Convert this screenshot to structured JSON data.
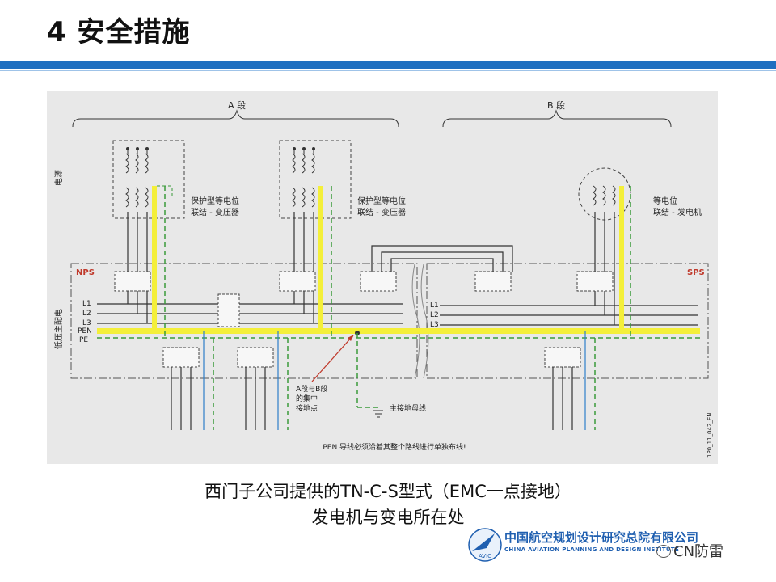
{
  "slide": {
    "title": "4 安全措施",
    "caption_line1": "西门子公司提供的TN-C-S型式（EMC一点接地）",
    "caption_line2": "发电机与变电所在处"
  },
  "diagram": {
    "section_a": "A 段",
    "section_b": "B 段",
    "row_power": "电源",
    "row_lv": "低压主配电",
    "nps": "NPS",
    "sps": "SPS",
    "label_t1_l1": "保护型等电位",
    "label_t1_l2": "联结 - 变压器",
    "label_t2_l1": "保护型等电位",
    "label_t2_l2": "联结 - 变压器",
    "label_g_l1": "等电位",
    "label_g_l2": "联结 - 发电机",
    "bus_l1": "L1",
    "bus_l2": "L2",
    "bus_l3": "L3",
    "bus_pen": "PEN",
    "bus_pe": "PE",
    "central_l1": "A段与B段",
    "central_l2": "的集中",
    "central_l3": "接地点",
    "main_ground": "主接地母线",
    "note": "PEN 导线必须沿着其整个路线进行单独布线!",
    "code": "1P0_11_042_EN"
  },
  "logo": {
    "name_cn": "中国航空规划设计研究总院有限公司",
    "name_en": "CHINA AVIATION PLANNING AND DESIGN INSTITUTE",
    "mark": "AVIC",
    "watermark": "CN防雷"
  },
  "colors": {
    "title_rule": "#1f6fc0",
    "pen_yellow": "#f4ef3a",
    "pe_green": "#3a9a3a",
    "n_blue": "#2d7fc9",
    "label_red": "#c0392b",
    "logo_blue": "#1f5fb0"
  }
}
